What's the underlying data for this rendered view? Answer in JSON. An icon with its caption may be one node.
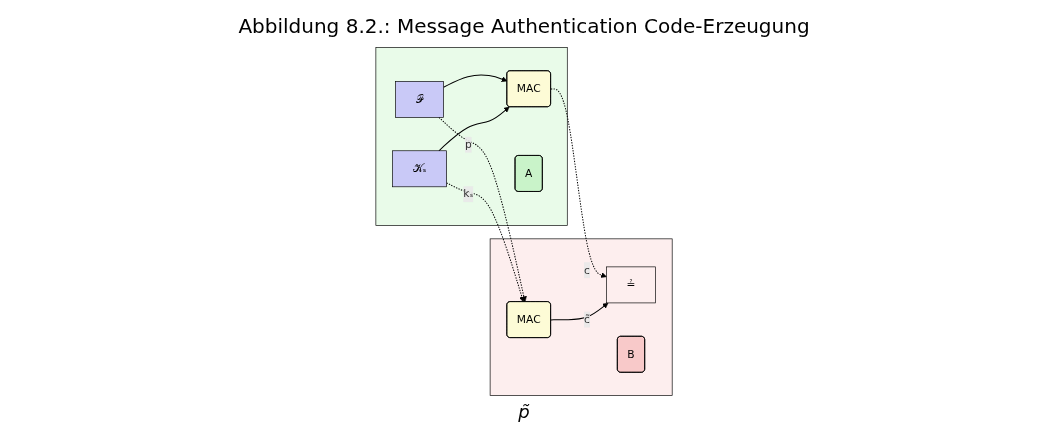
{
  "diagram": {
    "title": "Abbildung 8.2.: Message Authentication Code-Erzeugung",
    "nodes": [
      {
        "text": [],
        "shape": "box"
      },
      {
        "text": [
          "𝒫"
        ],
        "in": 0
      },
      {
        "text": [
          "MAC"
        ],
        "in": 0
      },
      {
        "text": [
          "𝒦ₛ"
        ],
        "in": 0
      },
      {
        "text": [
          "A"
        ],
        "in": 0
      },
      {
        "text": [],
        "shape": "box"
      },
      {
        "text": [
          "≟"
        ],
        "in": 5
      },
      {
        "text": [
          "MAC"
        ],
        "in": 5
      },
      {
        "text": [
          "B"
        ],
        "in": 5
      }
    ],
    "edges": [
      {
        "from": 1,
        "to": 2,
        "arrow": "to"
      },
      {
        "from": 1,
        "to": 7,
        "arrow": "to",
        "label": "p",
        "style": "dashed"
      },
      {
        "from": 2,
        "to": 6,
        "arrow": "to",
        "label": "c",
        "style": "dashed"
      },
      {
        "from": 7,
        "to": 6,
        "arrow": "to",
        "label": "c̃"
      },
      {
        "from": 3,
        "to": 2,
        "arrow": "to"
      },
      {
        "from": 3,
        "to": 7,
        "arrow": "to",
        "label": "kₛ",
        "style": "dashed"
      }
    ],
    "labels": [
      "p̃"
    ]
  }
}
